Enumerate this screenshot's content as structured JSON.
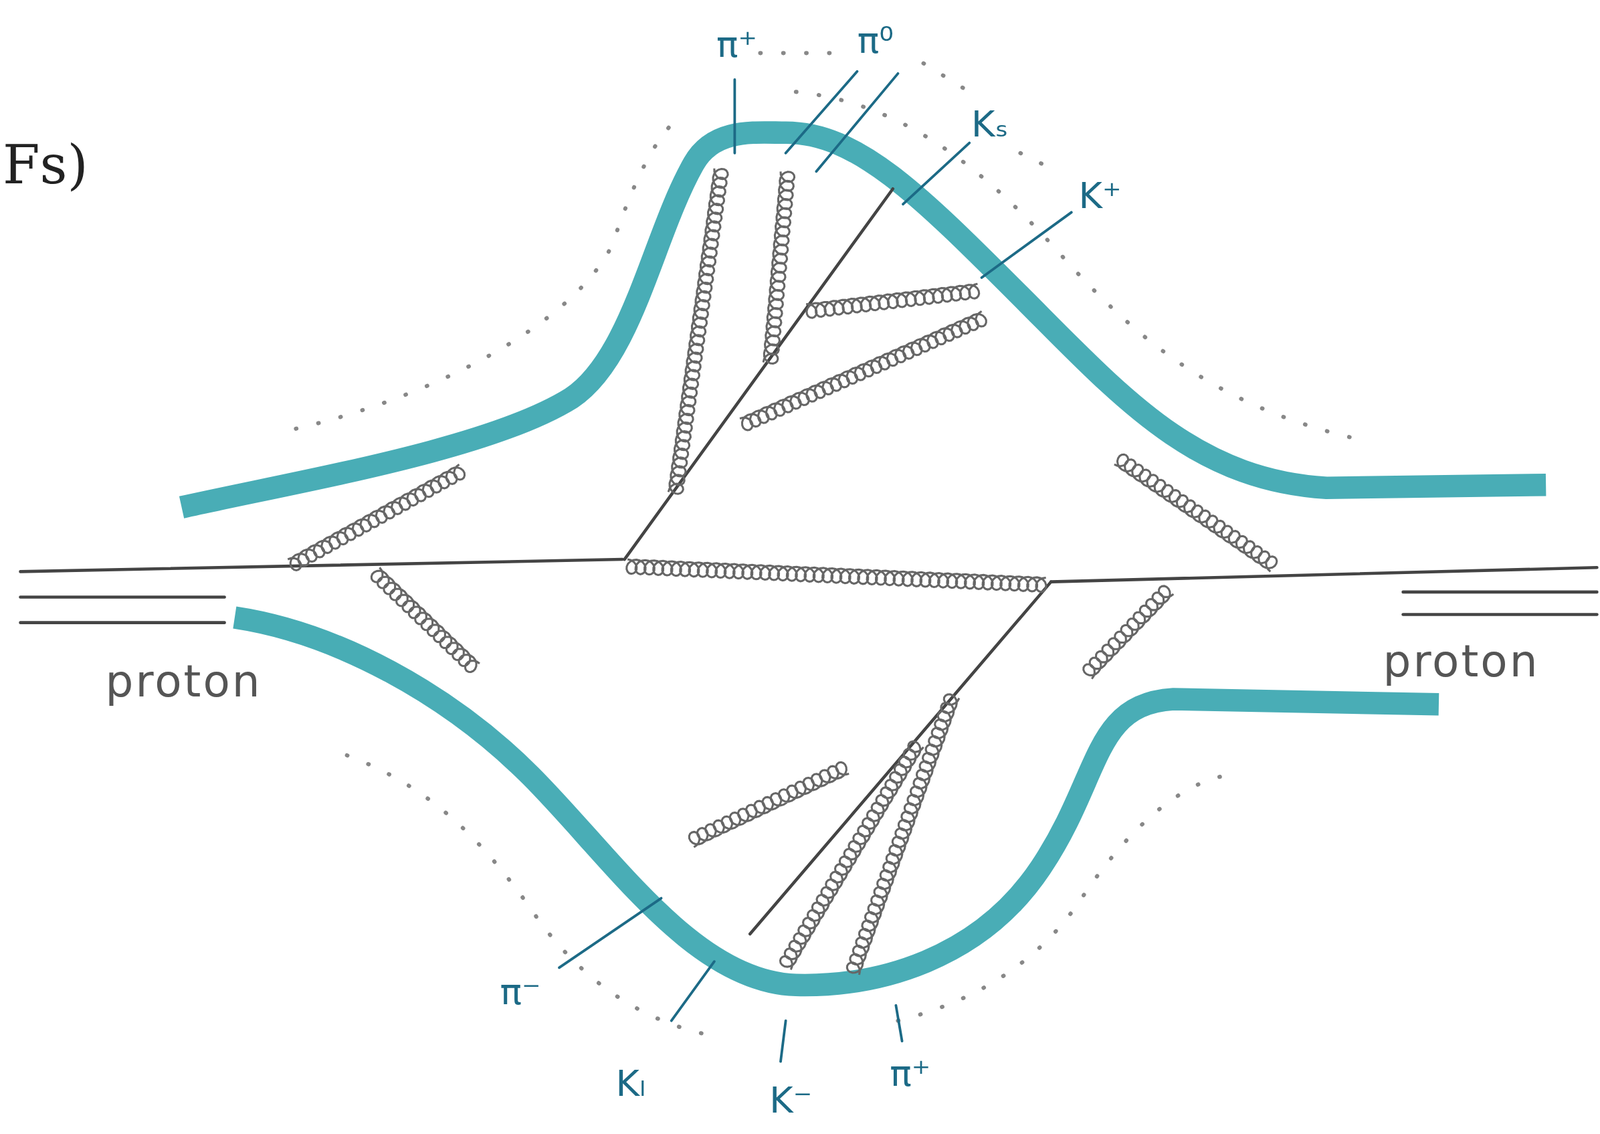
{
  "diagram": {
    "labels": [
      "Fs)",
      "π⁺",
      "π⁰",
      "Kₛ",
      "K⁺",
      "proton",
      "proton",
      "π⁻",
      "Kₗ",
      "K⁻",
      "π⁺"
    ]
  }
}
